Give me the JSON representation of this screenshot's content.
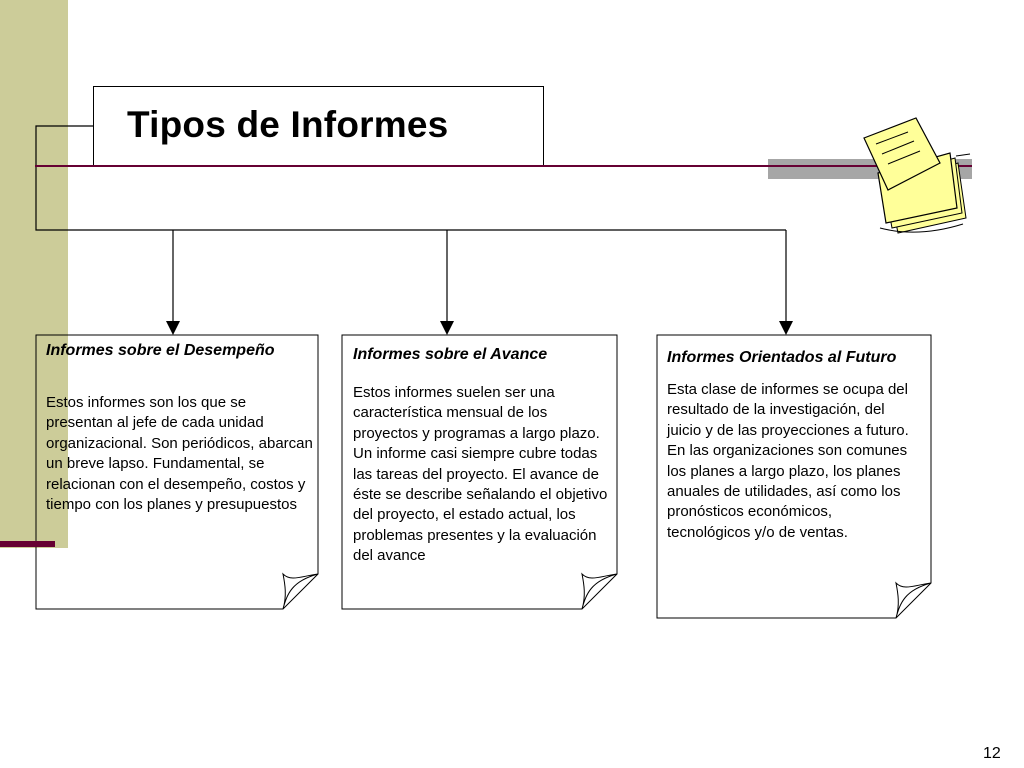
{
  "slide": {
    "title": "Tipos de Informes",
    "page_number": "12"
  },
  "cards": [
    {
      "heading": "Informes sobre el Desempeño",
      "body": "Estos informes son los que se presentan al jefe de cada unidad organizacional. Son periódicos, abarcan un breve lapso. Fundamental, se relacionan con el desempeño, costos y tiempo con los planes y presupuestos"
    },
    {
      "heading": "Informes sobre el Avance",
      "body": "Estos informes suelen ser una característica mensual de los proyectos y programas a largo plazo. Un informe casi siempre cubre todas las tareas del proyecto. El avance de éste se describe señalando el objetivo del proyecto, el estado actual, los problemas presentes y la evaluación del avance"
    },
    {
      "heading": "Informes Orientados al Futuro",
      "body": "Esta clase de informes se ocupa del resultado de la investigación, del juicio y de las proyecciones a futuro. En las organizaciones son comunes los planes a largo plazo, los planes anuales de utilidades, así como los pronósticos económicos, tecnológicos y/o de ventas."
    }
  ],
  "colors": {
    "left_band": "#cccc99",
    "accent_line": "#660033",
    "grey_bar": "#a6a6a6",
    "note_paper": "#ffff99"
  },
  "icons": [
    "sticky-notes-icon"
  ]
}
